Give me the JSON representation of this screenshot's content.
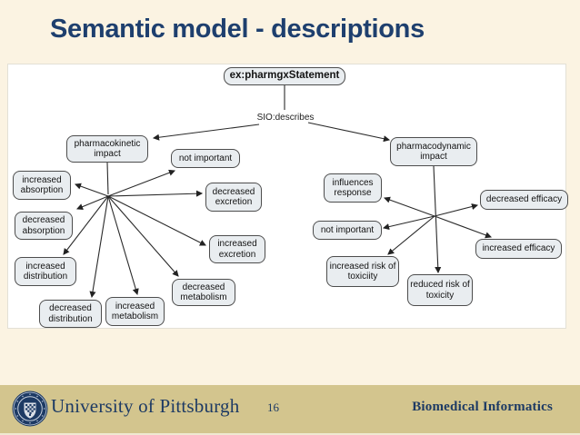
{
  "slide": {
    "title": "Semantic model - descriptions",
    "page_number": "16",
    "footer_left": "University of Pittsburgh",
    "footer_right": "Biomedical Informatics"
  },
  "colors": {
    "slide_background": "#fbf3e2",
    "title_navy": "#1e3f6e",
    "panel_background": "#ffffff",
    "node_fill": "#e9edf0",
    "node_border": "#4d4d4d",
    "edge_line": "#2a2a2a",
    "footer_band": "#d3c58e",
    "footer_navy": "#1d3a64"
  },
  "diagram": {
    "edge_label": "SIO:describes",
    "nodes": {
      "pharmgx_statement": "ex:pharmgxStatement",
      "pharmacokinetic_impact": "pharmacokinetic impact",
      "not_important_left": "not important",
      "increased_absorption": "increased absorption",
      "decreased_absorption": "decreased absorption",
      "decreased_excretion": "decreased excretion",
      "increased_excretion": "increased excretion",
      "increased_distribution": "increased distribution",
      "decreased_distribution": "decreased distribution",
      "decreased_metabolism": "decreased metabolism",
      "increased_metabolism": "increased metabolism",
      "pharmacodynamic_impact": "pharmacodynamic impact",
      "influences_response": "influences response",
      "not_important_right": "not important",
      "increased_risk_of_toxicity": "increased risk of toxiciity",
      "reduced_risk_of_toxicity": "reduced risk of toxicity",
      "decreased_efficacy": "decreased efficacy",
      "increased_efficacy": "increased efficacy"
    }
  }
}
